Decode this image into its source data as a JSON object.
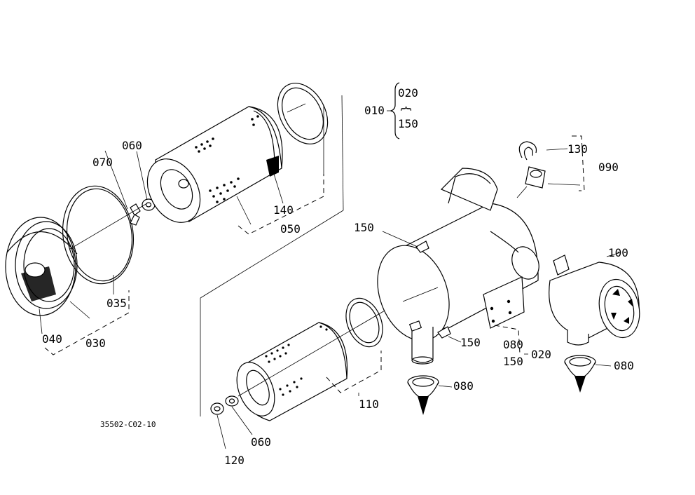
{
  "colors": {
    "line": "#000000",
    "background": "#ffffff"
  },
  "drawing_code": "35502-C02-10",
  "callouts": {
    "c010": "010",
    "c020_top": "020",
    "c_range": "{",
    "c150_top": "150",
    "c130": "130",
    "c090": "090",
    "c060_top": "060",
    "c070": "070",
    "c140": "140",
    "c050": "050",
    "c035": "035",
    "c040": "040",
    "c030": "030",
    "c150_left": "150",
    "c100": "100",
    "c150_mid": "150",
    "c080_grp": "080",
    "c020_grp": "020",
    "c150_grp": "150",
    "c080_right": "080",
    "c080_mid": "080",
    "c110": "110",
    "c060_bottom": "060",
    "c120": "120"
  }
}
